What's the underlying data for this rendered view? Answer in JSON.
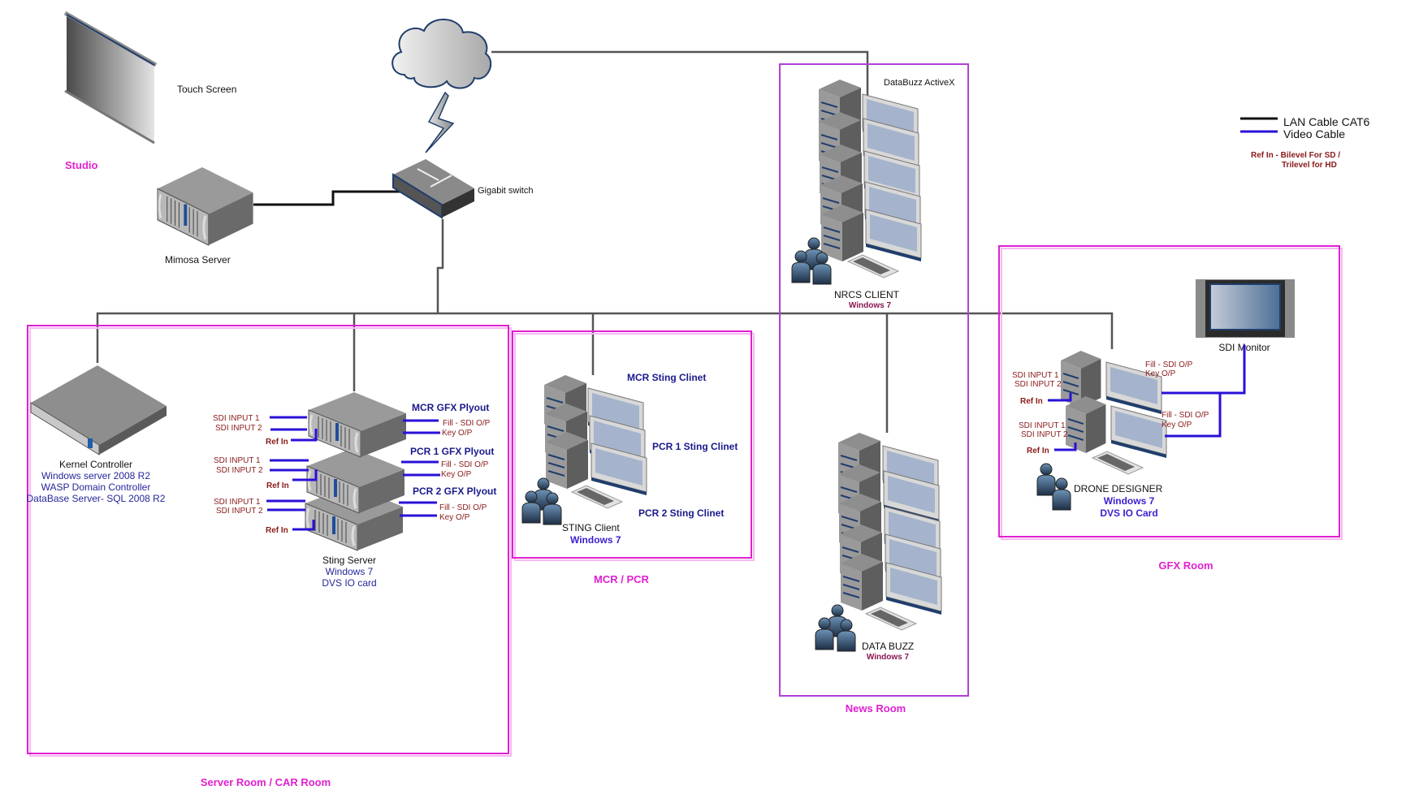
{
  "title": "Broadcast Graphics Network Diagram",
  "colors": {
    "room_border": "#e020d0",
    "news_room_border": "#b040d8",
    "lan_cable": "#111111",
    "video_cable": "#2a10d8",
    "room_label": "#e020d0",
    "ref_label": "#8b1a1a",
    "os_label": "#26269a"
  },
  "legend": {
    "lan_cable": "LAN Cable CAT6",
    "video_cable": "Video Cable",
    "ref_note_line1": "Ref In - Bilevel For SD /",
    "ref_note_line2": "Trilevel for  HD"
  },
  "studio": {
    "room_label": "Studio",
    "touch_screen": "Touch Screen",
    "mimosa_server": "Mimosa Server"
  },
  "network": {
    "internet_icon": "cloud-icon",
    "wireless_icon": "lightning-icon",
    "switch_label": "Gigabit switch"
  },
  "server_room": {
    "room_label": "Server Room / CAR Room",
    "kernel": {
      "name": "Kernel Controller",
      "line1": "Windows server 2008 R2",
      "line2": "WASP Domain  Controller",
      "line3": "DataBase Server- SQL 2008 R2"
    },
    "sting_server": {
      "name": "Sting Server",
      "os": "Windows 7",
      "card": "DVS IO card",
      "units": [
        {
          "title": "MCR GFX Plyout",
          "in1": "SDI INPUT 1",
          "in2": "SDI INPUT 2",
          "ref": "Ref In",
          "fill": "Fill - SDI O/P",
          "key": "Key O/P"
        },
        {
          "title": "PCR 1 GFX Plyout",
          "in1": "SDI INPUT 1",
          "in2": "SDI INPUT 2",
          "ref": "Ref In",
          "fill": "Fill - SDI O/P",
          "key": "Key O/P"
        },
        {
          "title": "PCR 2 GFX Plyout",
          "in1": "SDI INPUT 1",
          "in2": "SDI INPUT 2",
          "ref": "Ref In",
          "fill": "Fill - SDI O/P",
          "key": "Key O/P"
        }
      ]
    }
  },
  "mcr_pcr": {
    "room_label": "MCR / PCR",
    "clients": [
      "MCR Sting Clinet",
      "PCR 1 Sting Clinet",
      "PCR 2 Sting Clinet"
    ],
    "name": "STING Client",
    "os": "Windows 7"
  },
  "news_room": {
    "room_label": "News Room",
    "activex": "DataBuzz ActiveX",
    "nrcs_name": "NRCS CLIENT",
    "nrcs_os": "Windows 7",
    "databuzz_name": "DATA BUZZ",
    "databuzz_os": "Windows 7"
  },
  "gfx_room": {
    "room_label": "GFX Room",
    "monitor": "SDI Monitor",
    "name": "DRONE DESIGNER",
    "os": "Windows 7",
    "card": "DVS IO Card",
    "units": [
      {
        "in1": "SDI INPUT 1",
        "in2": "SDI INPUT 2",
        "ref": "Ref In",
        "fill": "Fill - SDI O/P",
        "key": "Key O/P"
      },
      {
        "in1": "SDI INPUT 1",
        "in2": "SDI INPUT 2",
        "ref": "Ref In",
        "fill": "Fill - SDI O/P",
        "key": "Key O/P"
      }
    ]
  }
}
